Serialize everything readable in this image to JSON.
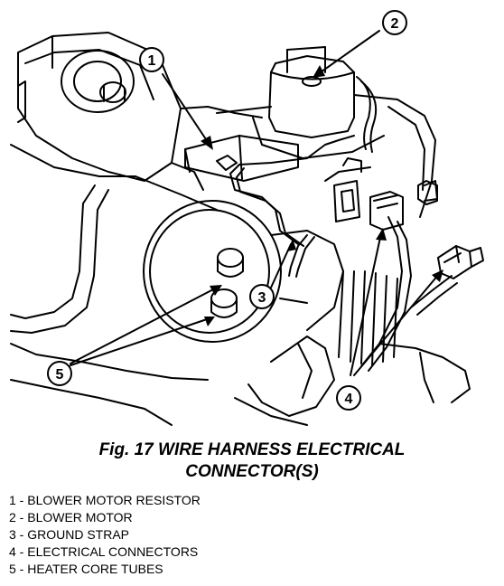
{
  "figure": {
    "caption_line1": "Fig. 17 WIRE HARNESS ELECTRICAL",
    "caption_line2": "CONNECTOR(S)"
  },
  "callouts": [
    "1",
    "2",
    "3",
    "4",
    "5"
  ],
  "legend": [
    "1 - BLOWER MOTOR RESISTOR",
    "2 - BLOWER MOTOR",
    "3 - GROUND STRAP",
    "4 - ELECTRICAL CONNECTORS",
    "5 - HEATER CORE TUBES"
  ]
}
